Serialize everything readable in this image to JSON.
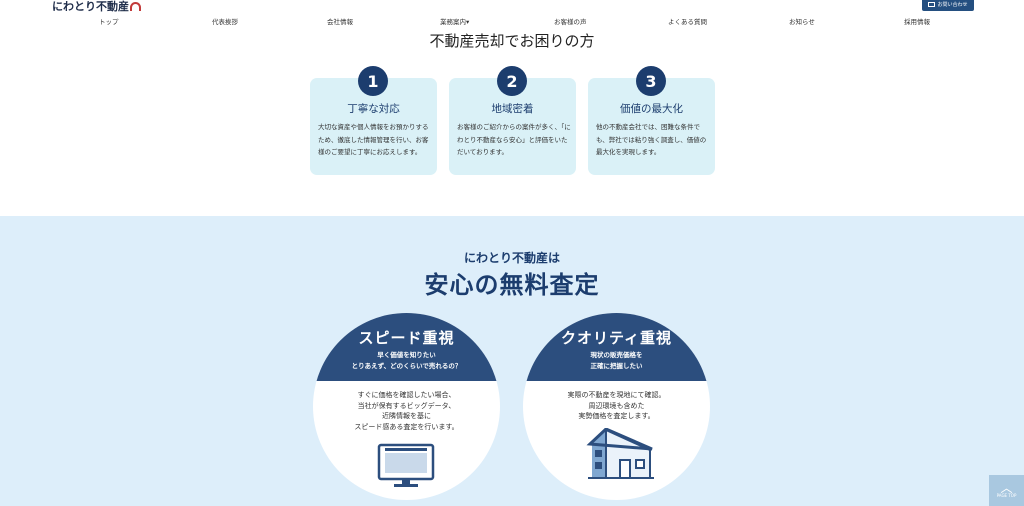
{
  "header": {
    "logo_text": "にわとり不動産",
    "contact_label": "お問い合わせ",
    "nav": [
      "トップ",
      "代表挨拶",
      "会社情報",
      "業務案内",
      "お客様の声",
      "よくある質問",
      "お知らせ",
      "採用情報"
    ]
  },
  "section1": {
    "title": "不動産売却でお困りの方",
    "cards": [
      {
        "num": "1",
        "title": "丁寧な対応",
        "body": "大切な資産や個人情報をお預かりするため、徹底した情報管理を行い、お客様のご要望に丁寧にお応えします。"
      },
      {
        "num": "2",
        "title": "地域密着",
        "body": "お客様のご紹介からの案件が多く、「にわとり不動産なら安心」と評価をいただいております。"
      },
      {
        "num": "3",
        "title": "価値の最大化",
        "body": "他の不動産会社では、困難な条件でも、弊社では粘り強く調査し、価値の最大化を実現します。"
      }
    ]
  },
  "section2": {
    "subtitle": "にわとり不動産は",
    "title": "安心の無料査定",
    "circles": [
      {
        "heading": "スピード重視",
        "sub1": "早く価値を知りたい",
        "sub2": "とりあえず、どのくらいで売れるの？",
        "d1": "すぐに価格を確認したい場合、",
        "d2": "当社が保有するビッグデータ、",
        "d3": "近隣情報を基に",
        "d4": "スピード感ある査定を行います。"
      },
      {
        "heading": "クオリティ重視",
        "sub1": "現状の販売価格を",
        "sub2": "正確に把握したい",
        "d1": "実際の不動産を現地にて確認。",
        "d2": "周辺環境も含めた",
        "d3": "実勢価格を査定します。",
        "d4": ""
      }
    ]
  },
  "totop_label": "PAGE TOP",
  "colors": {
    "navy": "#1c3d6e",
    "card_bg": "#daf1f7",
    "section_bg": "#ddeefa",
    "circle_cap": "#2c4e7e"
  }
}
